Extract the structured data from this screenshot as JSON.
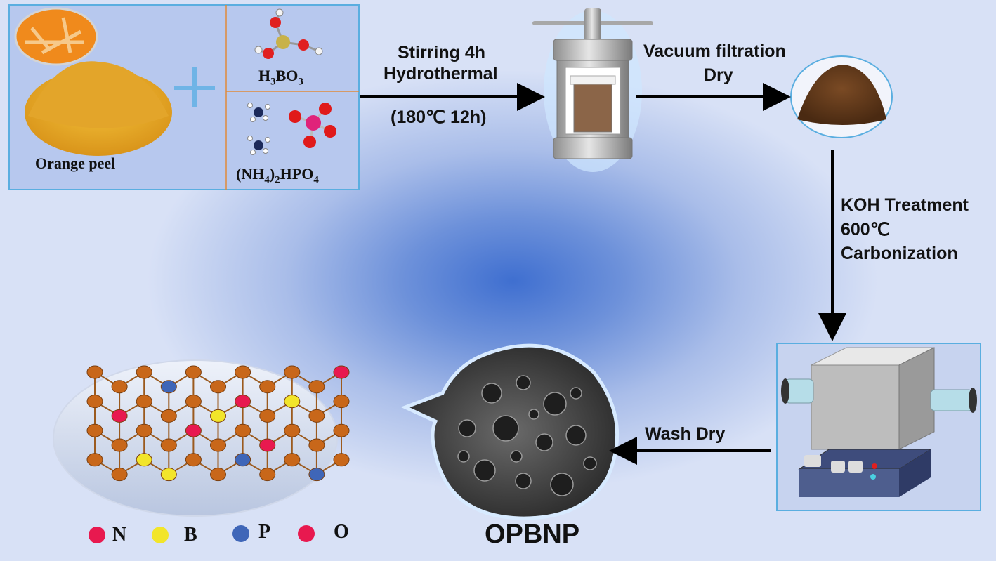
{
  "raw_materials": {
    "orange_peel_label": "Orange peel",
    "boric_acid": {
      "main": "H",
      "sub1": "3",
      "mid": "BO",
      "sub2": "3"
    },
    "ammonium_phosphate": {
      "p1": "(NH",
      "s1": "4",
      "p2": ")",
      "s2": "2",
      "p3": "HPO",
      "s3": "4"
    }
  },
  "steps": {
    "hydrothermal": {
      "line1": "Stirring 4h",
      "line2": "Hydrothermal",
      "line3": "(180℃ 12h)"
    },
    "filtration": {
      "line1": "Vacuum filtration",
      "line2": "Dry"
    },
    "carbonization": {
      "line1": "KOH Treatment",
      "line2": "600℃",
      "line3": "Carbonization"
    },
    "washing": {
      "line1": "Wash Dry"
    }
  },
  "product": {
    "label": "OPBNP"
  },
  "legend": [
    {
      "symbol": "N",
      "color": "#e8194f"
    },
    {
      "symbol": "B",
      "color": "#f2e52a"
    },
    {
      "symbol": "P",
      "color": "#3f66b8"
    },
    {
      "symbol": "O",
      "color": "#e8194f"
    }
  ],
  "colors": {
    "box_border": "#5aaee0",
    "arrow": "#000000",
    "carbon": "#c8671a",
    "divider": "#e08a3a"
  }
}
